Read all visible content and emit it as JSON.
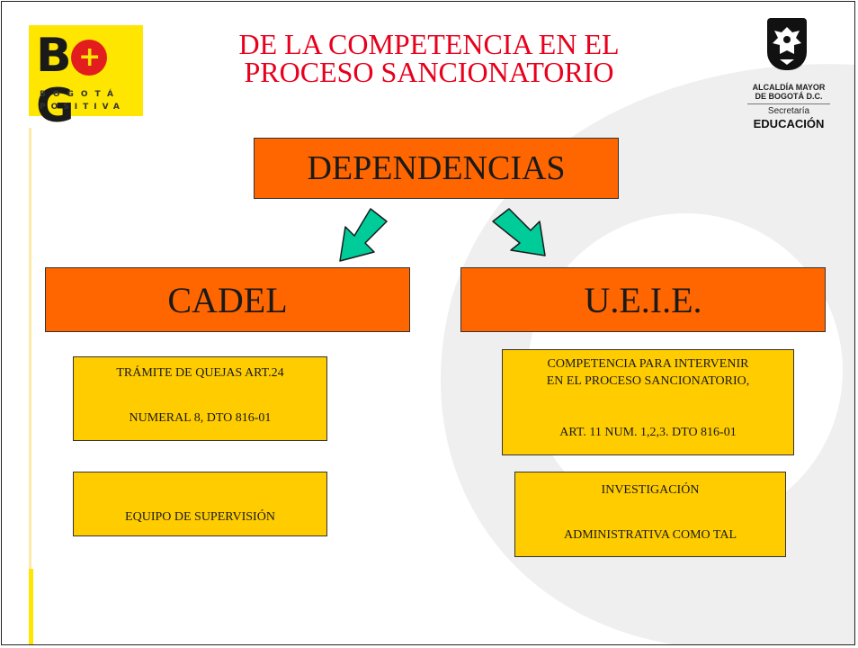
{
  "title": {
    "line1": "DE LA COMPETENCIA EN EL",
    "line2": "PROCESO SANCIONATORIO"
  },
  "logo_left": {
    "wordmark_b": "B",
    "wordmark_g": "G",
    "row1": "BOGOTÁ",
    "row2": "POSITIVA"
  },
  "logo_right": {
    "alc_line1": "ALCALDÍA MAYOR",
    "alc_line2": "DE BOGOTÁ D.C.",
    "secretaria": "Secretaría",
    "educacion": "EDUCACIÓN"
  },
  "diagram": {
    "root": "DEPENDENCIAS",
    "left": "CADEL",
    "right": "U.E.I.E.",
    "left_items": [
      {
        "lines": [
          "TRÁMITE DE QUEJAS ART.24",
          "NUMERAL 8, DTO 816-01"
        ]
      },
      {
        "lines": [
          "EQUIPO DE SUPERVISIÓN"
        ]
      }
    ],
    "right_items": [
      {
        "lines": [
          "COMPETENCIA PARA INTERVENIR",
          "EN EL PROCESO SANCIONATORIO,",
          "ART. 11 NUM. 1,2,3. DTO 816-01"
        ]
      },
      {
        "lines": [
          "INVESTIGACIÓN",
          "ADMINISTRATIVA COMO TAL"
        ]
      }
    ]
  },
  "colors": {
    "title": "#e8001c",
    "orange_box": "#ff6600",
    "yellow_box": "#ffcc00",
    "arrow": "#00cc99",
    "logo_yellow": "#ffe600"
  },
  "icons": {
    "left_logo": "bogota-positiva-logo",
    "right_logo": "bogota-shield-emblem",
    "arrows": "down-arrow-icon"
  }
}
